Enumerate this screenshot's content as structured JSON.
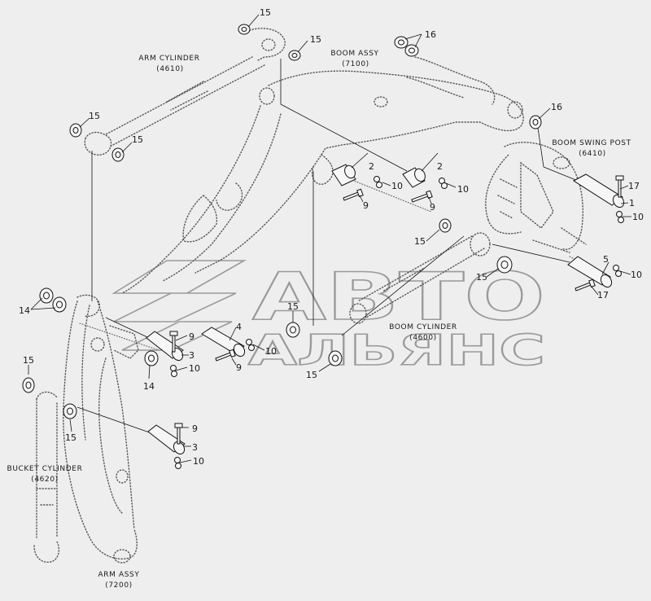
{
  "assemblies": {
    "arm_cylinder": {
      "name": "ARM CYLINDER",
      "code": "(4610)"
    },
    "boom_assy": {
      "name": "BOOM ASSY",
      "code": "(7100)"
    },
    "boom_swing_post": {
      "name": "BOOM SWING POST",
      "code": "(6410)"
    },
    "boom_cylinder": {
      "name": "BOOM CYLINDER",
      "code": "(4600)"
    },
    "bucket_cylinder": {
      "name": "BUCKET CYLINDER",
      "code": "(4620)"
    },
    "arm_assy": {
      "name": "ARM ASSY",
      "code": "(7200)"
    }
  },
  "callouts": {
    "c15_a": "15",
    "c15_b": "15",
    "c16_a": "16",
    "c15_c": "15",
    "c15_d": "15",
    "c16_b": "16",
    "c2_a": "2",
    "c10_a": "10",
    "c9_a": "9",
    "c2_b": "2",
    "c10_b": "10",
    "c9_b": "9",
    "c17_a": "17",
    "c1": "1",
    "c10_c": "10",
    "c15_e": "15",
    "c15_f": "15",
    "c5": "5",
    "c10_d": "10",
    "c17_b": "17",
    "c14_a": "14",
    "c9_c": "9",
    "c4": "4",
    "c3_a": "3",
    "c10_e": "10",
    "c10_f": "10",
    "c9_d": "9",
    "c14_b": "14",
    "c15_g": "15",
    "c15_h": "15",
    "c15_i": "15",
    "c15_j": "15",
    "c9_e": "9",
    "c3_b": "3",
    "c10_g": "10"
  },
  "watermark": {
    "line1": "АВТО",
    "line2": "АЛЬЯНС"
  }
}
